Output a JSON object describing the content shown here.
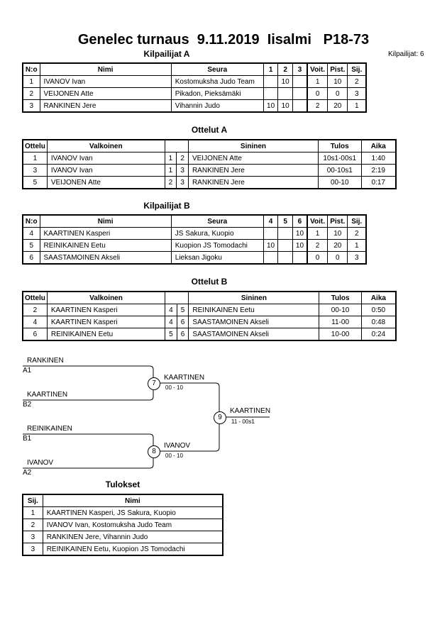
{
  "title": "Genelec turnaus  9.11.2019  Iisalmi   P18-73",
  "competitor_count": "Kilpailijat: 6",
  "pool_a": {
    "heading": "Kilpailijat A",
    "headers": [
      "N:o",
      "Nimi",
      "Seura",
      "1",
      "2",
      "3",
      "Voit.",
      "Pist.",
      "Sij."
    ],
    "rows": [
      [
        "1",
        "IVANOV Ivan",
        "Kostomuksha Judo Team",
        "",
        "10",
        "",
        "1",
        "10",
        "2"
      ],
      [
        "2",
        "VEIJONEN Atte",
        "Pikadon, Pieksämäki",
        "",
        "",
        "",
        "0",
        "0",
        "3"
      ],
      [
        "3",
        "RANKINEN Jere",
        "Vihannin Judo",
        "10",
        "10",
        "",
        "2",
        "20",
        "1"
      ]
    ]
  },
  "matches_a": {
    "heading": "Ottelut A",
    "headers": [
      "Ottelu",
      "Valkoinen",
      "",
      "",
      "Sininen",
      "Tulos",
      "Aika"
    ],
    "rows": [
      [
        "1",
        "IVANOV Ivan",
        "1",
        "2",
        "VEIJONEN Atte",
        "10s1-00s1",
        "1:40"
      ],
      [
        "3",
        "IVANOV Ivan",
        "1",
        "3",
        "RANKINEN Jere",
        "00-10s1",
        "2:19"
      ],
      [
        "5",
        "VEIJONEN Atte",
        "2",
        "3",
        "RANKINEN Jere",
        "00-10",
        "0:17"
      ]
    ]
  },
  "pool_b": {
    "heading": "Kilpailijat B",
    "headers": [
      "N:o",
      "Nimi",
      "Seura",
      "4",
      "5",
      "6",
      "Voit.",
      "Pist.",
      "Sij."
    ],
    "rows": [
      [
        "4",
        "KAARTINEN Kasperi",
        "JS Sakura, Kuopio",
        "",
        "",
        "10",
        "1",
        "10",
        "2"
      ],
      [
        "5",
        "REINIKAINEN Eetu",
        "Kuopion JS Tomodachi",
        "10",
        "",
        "10",
        "2",
        "20",
        "1"
      ],
      [
        "6",
        "SAASTAMOINEN Akseli",
        "Lieksan Jigoku",
        "",
        "",
        "",
        "0",
        "0",
        "3"
      ]
    ]
  },
  "matches_b": {
    "heading": "Ottelut B",
    "headers": [
      "Ottelu",
      "Valkoinen",
      "",
      "",
      "Sininen",
      "Tulos",
      "Aika"
    ],
    "rows": [
      [
        "2",
        "KAARTINEN Kasperi",
        "4",
        "5",
        "REINIKAINEN Eetu",
        "00-10",
        "0:50"
      ],
      [
        "4",
        "KAARTINEN Kasperi",
        "4",
        "6",
        "SAASTAMOINEN Akseli",
        "11-00",
        "0:48"
      ],
      [
        "6",
        "REINIKAINEN Eetu",
        "5",
        "6",
        "SAASTAMOINEN Akseli",
        "10-00",
        "0:24"
      ]
    ]
  },
  "bracket": {
    "r1": [
      {
        "name": "RANKINEN",
        "seed": "A1"
      },
      {
        "name": "KAARTINEN",
        "seed": "B2"
      },
      {
        "name": "REINIKAINEN",
        "seed": "B1"
      },
      {
        "name": "IVANOV",
        "seed": "A2"
      }
    ],
    "semis": [
      {
        "match": "7",
        "winner": "KAARTINEN",
        "score": "00 - 10"
      },
      {
        "match": "8",
        "winner": "IVANOV",
        "score": "00 - 10"
      }
    ],
    "final": {
      "match": "9",
      "winner": "KAARTINEN",
      "score": "11 - 00s1"
    }
  },
  "results": {
    "heading": "Tulokset",
    "headers": [
      "Sij.",
      "Nimi"
    ],
    "rows": [
      [
        "1",
        "KAARTINEN Kasperi, JS Sakura, Kuopio"
      ],
      [
        "2",
        "IVANOV Ivan, Kostomuksha Judo Team"
      ],
      [
        "3",
        "RANKINEN Jere, Vihannin Judo"
      ],
      [
        "3",
        "REINIKAINEN Eetu, Kuopion JS Tomodachi"
      ]
    ]
  }
}
